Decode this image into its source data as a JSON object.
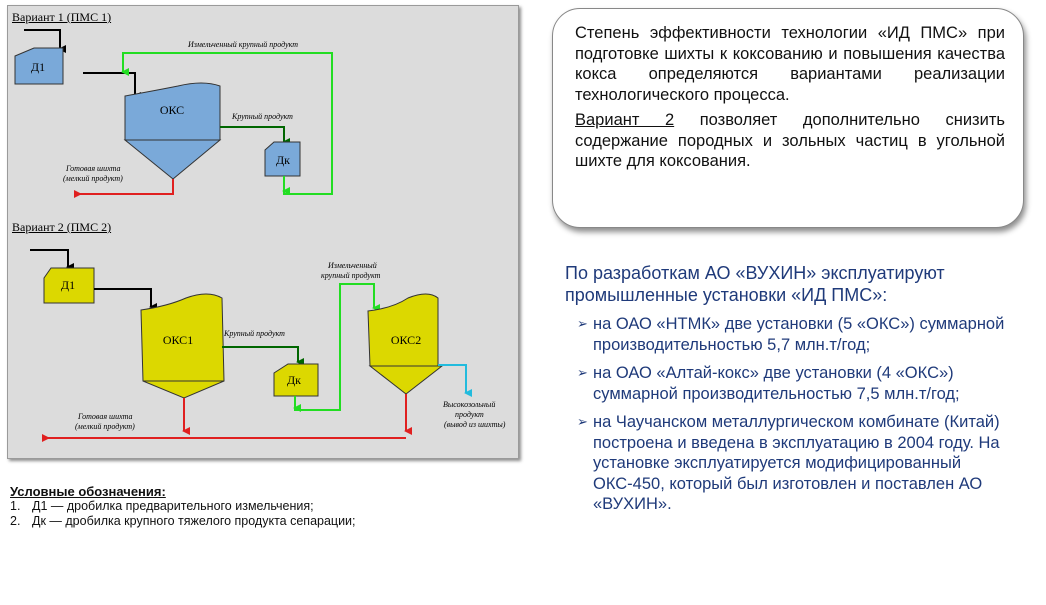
{
  "diagram": {
    "variant1": {
      "title": "Вариант 1 (ПМС 1)",
      "units": {
        "d1": "Д1",
        "oks": "ОКС",
        "dk": "Дк"
      },
      "labels": {
        "crushed_coarse": "Измельченный крупный продукт",
        "coarse": "Крупный продукт",
        "ready_charge_1": "Готовая шихта",
        "ready_charge_2": "(мелкий продукт)"
      },
      "fill_color": "#7aa9d9"
    },
    "variant2": {
      "title": "Вариант 2 (ПМС 2)",
      "units": {
        "d1": "Д1",
        "oks1": "ОКС1",
        "oks2": "ОКС2",
        "dk": "Дк"
      },
      "labels": {
        "crushed_coarse_1": "Измельченный",
        "crushed_coarse_2": "крупный продукт",
        "coarse": "Крупный продукт",
        "ready_charge_1": "Готовая шихта",
        "ready_charge_2": "(мелкий продукт)",
        "high_ash_1": "Высокозольный",
        "high_ash_2": "продукт",
        "high_ash_3": "(вывод из шихты)"
      },
      "fill_color": "#dcd800"
    },
    "colors": {
      "black": "#000000",
      "green": "#22dd22",
      "dark_green": "#006600",
      "red": "#e02020",
      "cyan": "#22bbdd"
    }
  },
  "legend": {
    "title": "Условные обозначения:",
    "items": [
      {
        "num": "1.",
        "text": "Д1 — дробилка предварительного измельчения;"
      },
      {
        "num": "2.",
        "text": "Дк — дробилка крупного  тяжелого продукта сепарации;"
      }
    ]
  },
  "callout": {
    "paragraph1": "Степень эффективности технологии «ИД ПМС» при подготовке шихты к коксованию и повышения качества кокса определяются вариантами реализации технологического процесса.",
    "paragraph2_underlined": "Вариант 2",
    "paragraph2_rest": " позволяет дополнительно снизить содержание породных и зольных частиц в угольной шихте для коксования."
  },
  "info": {
    "lead": "По разработкам АО «ВУХИН» эксплуатируют промышленные установки «ИД ПМС»:",
    "bullet_glyph": "➢",
    "items": [
      "на ОАО «НТМК» две установки (5 «ОКС») суммарной производительностью 5,7 млн.т/год;",
      "на ОАО «Алтай-кокс» две установки (4 «ОКС») суммарной производительностью 7,5 млн.т/год;",
      "на Чаучанском металлургическом комбинате (Китай) построена и введена в эксплуатацию в 2004 году. На установке эксплуатируется модифицированный ОКС-450, который был изготовлен и поставлен АО «ВУХИН»."
    ]
  }
}
